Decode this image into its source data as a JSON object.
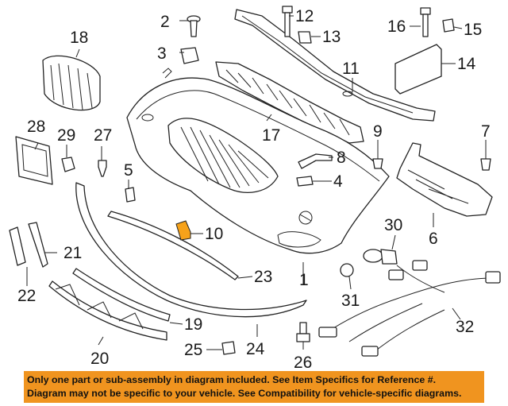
{
  "callouts": [
    "1",
    "2",
    "3",
    "4",
    "5",
    "6",
    "7",
    "8",
    "9",
    "10",
    "11",
    "12",
    "13",
    "14",
    "15",
    "16",
    "17",
    "18",
    "19",
    "20",
    "21",
    "22",
    "23",
    "24",
    "25",
    "26",
    "27",
    "28",
    "29",
    "30",
    "31",
    "32"
  ],
  "notice": {
    "line1": "Only one part or sub-assembly in diagram included. See Item Specifics for Reference #.",
    "line2": "Diagram may not be specific to your vehicle. See Compatibility for vehicle-specific diagrams."
  },
  "colors": {
    "banner": "#f0941f",
    "highlight": "#f6a21a",
    "line": "#222222"
  }
}
